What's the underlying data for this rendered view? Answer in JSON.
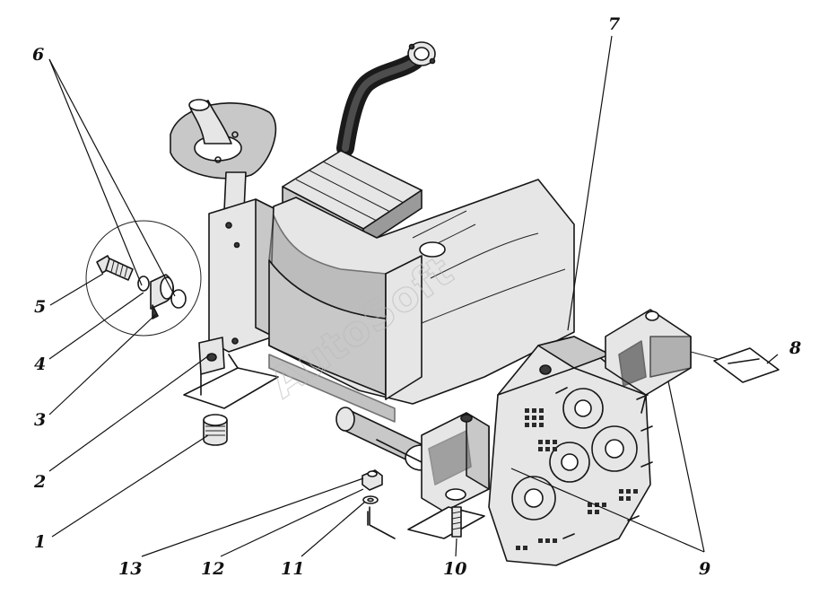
{
  "watermark": {
    "text": "AutoSoft"
  },
  "callouts": [
    {
      "id": "1",
      "label": "1"
    },
    {
      "id": "2",
      "label": "2"
    },
    {
      "id": "3",
      "label": "3"
    },
    {
      "id": "4",
      "label": "4"
    },
    {
      "id": "5",
      "label": "5"
    },
    {
      "id": "6",
      "label": "6"
    },
    {
      "id": "7",
      "label": "7"
    },
    {
      "id": "8",
      "label": "8"
    },
    {
      "id": "9",
      "label": "9"
    },
    {
      "id": "10",
      "label": "10"
    },
    {
      "id": "11",
      "label": "11"
    },
    {
      "id": "12",
      "label": "12"
    },
    {
      "id": "13",
      "label": "13"
    }
  ]
}
